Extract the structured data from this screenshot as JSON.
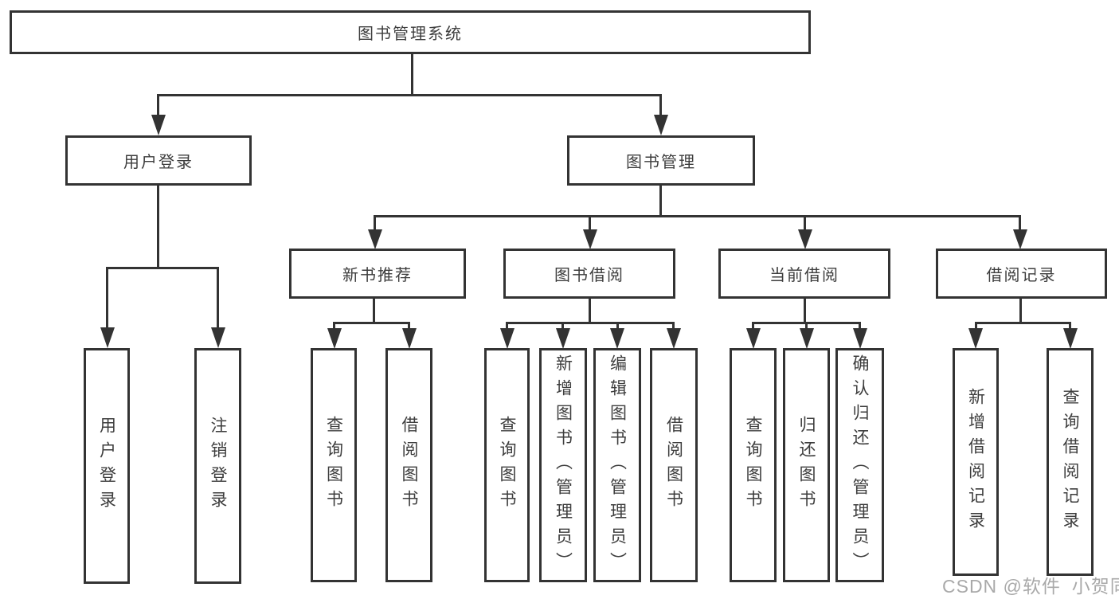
{
  "diagram": {
    "tree": {
      "label": "图书管理系统",
      "children": [
        {
          "label": "用户登录",
          "children": [
            {
              "label": "用户登录"
            },
            {
              "label": "注销登录"
            }
          ]
        },
        {
          "label": "图书管理",
          "children": [
            {
              "label": "新书推荐",
              "children": [
                {
                  "label": "查询图书"
                },
                {
                  "label": "借阅图书"
                }
              ]
            },
            {
              "label": "图书借阅",
              "children": [
                {
                  "label": "查询图书"
                },
                {
                  "label": "新增图书（管理员）"
                },
                {
                  "label": "编辑图书（管理员）"
                },
                {
                  "label": "借阅图书"
                }
              ]
            },
            {
              "label": "当前借阅",
              "children": [
                {
                  "label": "查询图书"
                },
                {
                  "label": "归还图书"
                },
                {
                  "label": "确认归还（管理员）"
                }
              ]
            },
            {
              "label": "借阅记录",
              "children": [
                {
                  "label": "新增借阅记录"
                },
                {
                  "label": "查询借阅记录"
                }
              ]
            }
          ]
        }
      ]
    },
    "watermark": "CSDN @软件_小贺同学",
    "colors": {
      "line": "#333333",
      "text": "#3d3d3d",
      "background": "#ffffff",
      "watermark": "#a9a9a9"
    }
  }
}
